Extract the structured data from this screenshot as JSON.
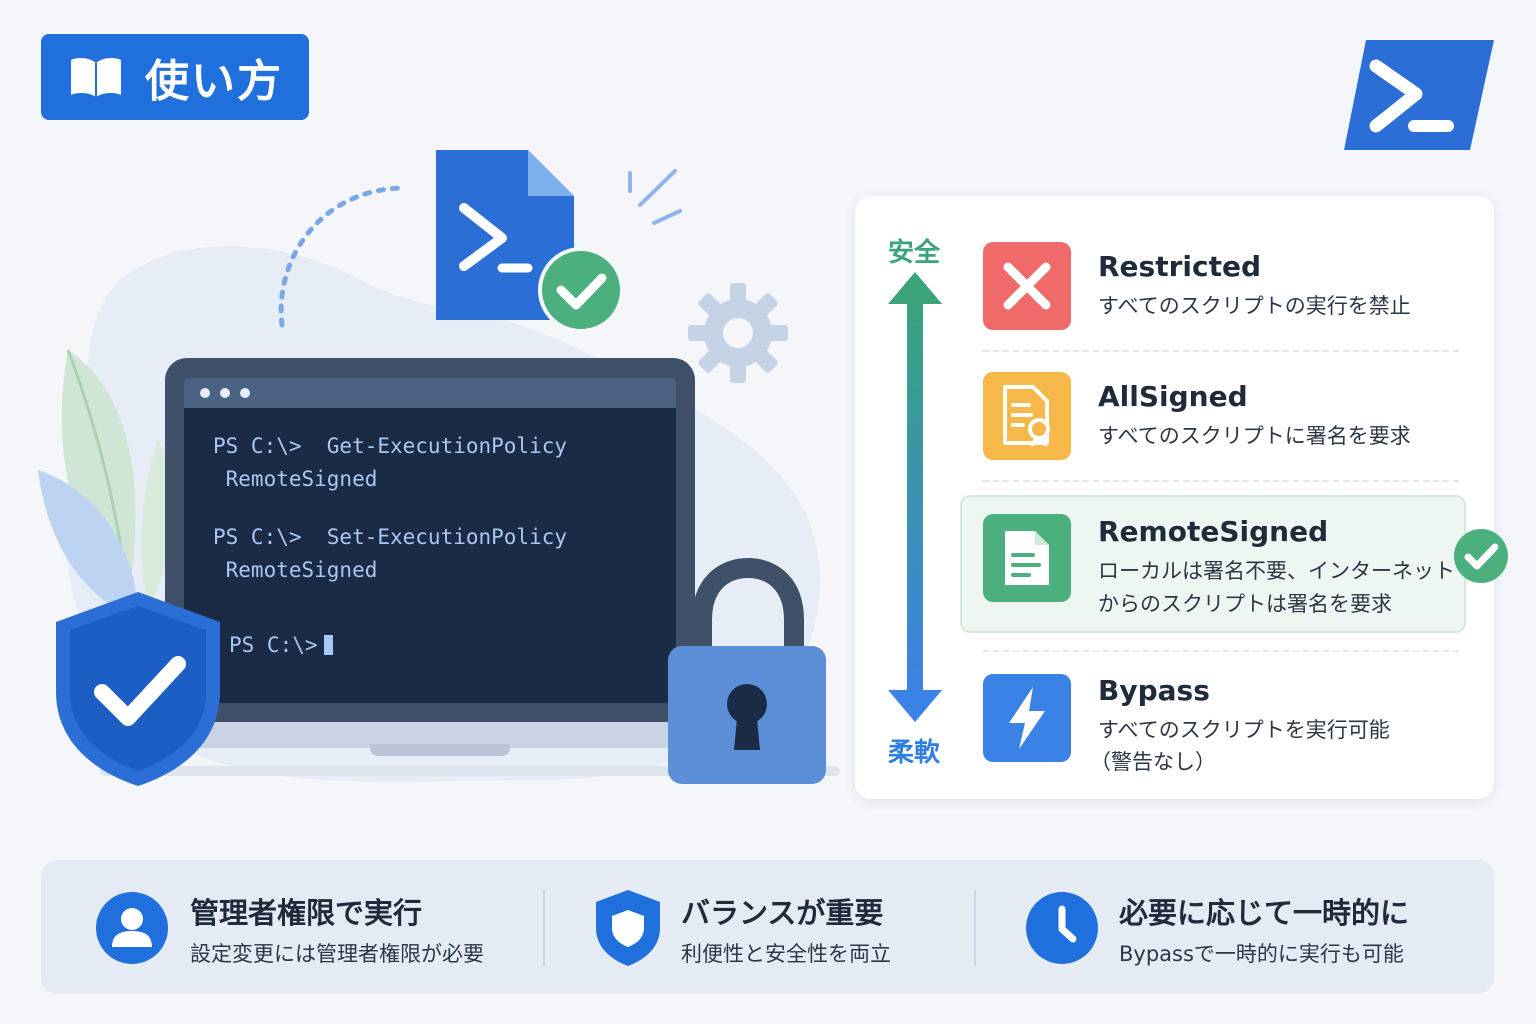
{
  "header": {
    "title": "使い方",
    "icon": "book-icon"
  },
  "logo": {
    "icon": "powershell-logo-icon",
    "color": "#2b6fd6"
  },
  "terminal": {
    "lines": [
      "PS C:\\>  Get-ExecutionPolicy",
      " RemoteSigned",
      "PS C:\\>  Set-ExecutionPolicy",
      " RemoteSigned",
      "PS C:\\>"
    ]
  },
  "scale": {
    "top": "安全",
    "bottom": "柔軟"
  },
  "policies": [
    {
      "name": "Restricted",
      "desc1": "すべてのスクリプトの実行を禁止",
      "desc2": "",
      "icon": "x-icon",
      "color": "#f06a6a"
    },
    {
      "name": "AllSigned",
      "desc1": "すべてのスクリプトに署名を要求",
      "desc2": "",
      "icon": "certificate-document-icon",
      "color": "#f7b84a"
    },
    {
      "name": "RemoteSigned",
      "desc1": "ローカルは署名不要、インターネット",
      "desc2": "からのスクリプトは署名を要求",
      "icon": "document-icon",
      "color": "#4caf7e",
      "selected": true
    },
    {
      "name": "Bypass",
      "desc1": "すべてのスクリプトを実行可能",
      "desc2": "（警告なし）",
      "icon": "lightning-icon",
      "color": "#3b82e6"
    }
  ],
  "tips": [
    {
      "title": "管理者権限で実行",
      "sub": "設定変更には管理者権限が必要",
      "icon": "user-icon"
    },
    {
      "title": "バランスが重要",
      "sub": "利便性と安全性を両立",
      "icon": "shield-icon"
    },
    {
      "title": "必要に応じて一時的に",
      "sub": "Bypassで一時的に実行も可能",
      "icon": "clock-icon"
    }
  ],
  "colors": {
    "primary": "#1f6fdc",
    "safe": "#3aa37a",
    "flexible": "#2f7fe0"
  }
}
